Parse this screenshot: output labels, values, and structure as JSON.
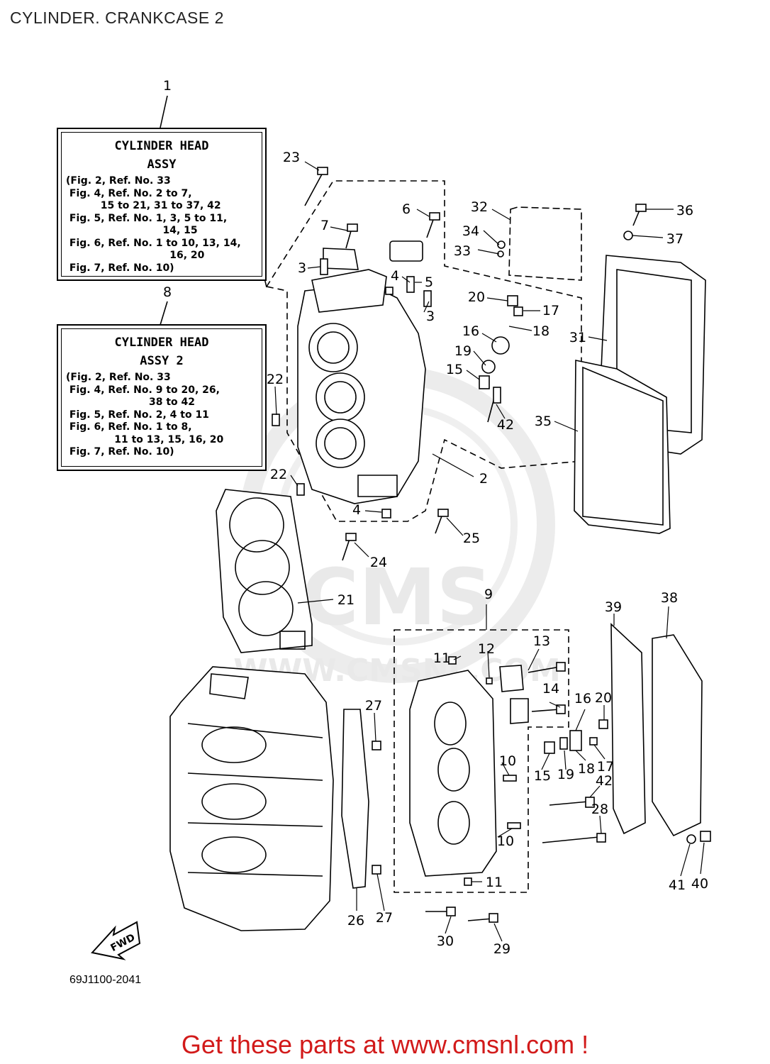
{
  "page": {
    "title": "CYLINDER. CRANKCASE 2",
    "drawing_code": "69J1100-2041",
    "cta": "Get these parts at www.cmsnl.com !"
  },
  "watermark": {
    "brand": "CMS",
    "url": "WWW.CMSNL.COM"
  },
  "fwd_label": "FWD",
  "notes": [
    {
      "ref": "1",
      "title_lines": [
        "CYLINDER HEAD",
        "ASSY"
      ],
      "lines": [
        "(Fig. 2, Ref. No. 33",
        " Fig. 4, Ref. No. 2 to 7,",
        "          15 to 21, 31 to 37, 42",
        " Fig. 5, Ref. No. 1, 3, 5 to 11,",
        "                            14, 15",
        " Fig. 6, Ref. No. 1 to 10, 13, 14,",
        "                              16, 20",
        " Fig. 7, Ref. No. 10)"
      ]
    },
    {
      "ref": "8",
      "title_lines": [
        "CYLINDER HEAD",
        "ASSY 2"
      ],
      "lines": [
        "(Fig. 2, Ref. No. 33",
        " Fig. 4, Ref. No. 9 to 20, 26,",
        "                        38 to 42",
        " Fig. 5, Ref. No. 2, 4 to 11",
        " Fig. 6, Ref. No. 1 to 8,",
        "              11 to 13, 15, 16, 20",
        " Fig. 7, Ref. No. 10)"
      ]
    }
  ],
  "callouts": [
    "1",
    "8",
    "23",
    "6",
    "7",
    "3",
    "4",
    "5",
    "3",
    "22",
    "22",
    "4",
    "2",
    "24",
    "25",
    "21",
    "32",
    "34",
    "33",
    "36",
    "37",
    "20",
    "17",
    "16",
    "18",
    "19",
    "15",
    "42",
    "31",
    "35",
    "9",
    "11",
    "12",
    "13",
    "14",
    "27",
    "16",
    "20",
    "15",
    "19",
    "18",
    "17",
    "10",
    "42",
    "28",
    "10",
    "11",
    "27",
    "26",
    "30",
    "29",
    "39",
    "38",
    "41",
    "40"
  ]
}
